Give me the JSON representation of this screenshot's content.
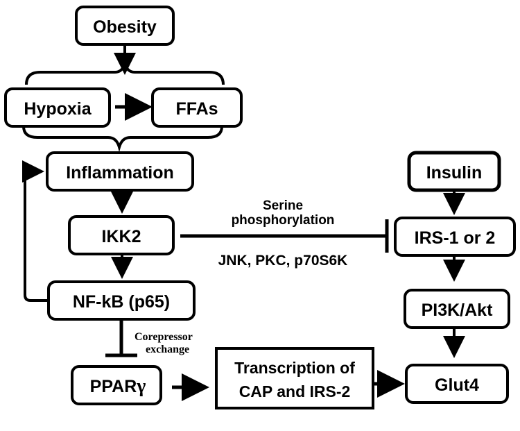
{
  "nodes": {
    "obesity": "Obesity",
    "hypoxia": "Hypoxia",
    "ffas": "FFAs",
    "inflammation": "Inflammation",
    "ikk2": "IKK2",
    "nfkb": "NF-kB (p65)",
    "ppar": "PPAR",
    "ppar_symbol": "γ",
    "insulin": "Insulin",
    "irs": "IRS-1 or 2",
    "pi3k": "PI3K/Akt",
    "glut4": "Glut4",
    "transcription_line1": "Transcription of",
    "transcription_line2": "CAP and IRS-2"
  },
  "labels": {
    "serine_line1": "Serine",
    "serine_line2": "phosphorylation",
    "kinases": "JNK, PKC, p70S6K",
    "corepressor_line1": "Corepressor",
    "corepressor_line2": "exchange"
  },
  "colors": {
    "stroke": "#000000",
    "fill": "#ffffff"
  }
}
